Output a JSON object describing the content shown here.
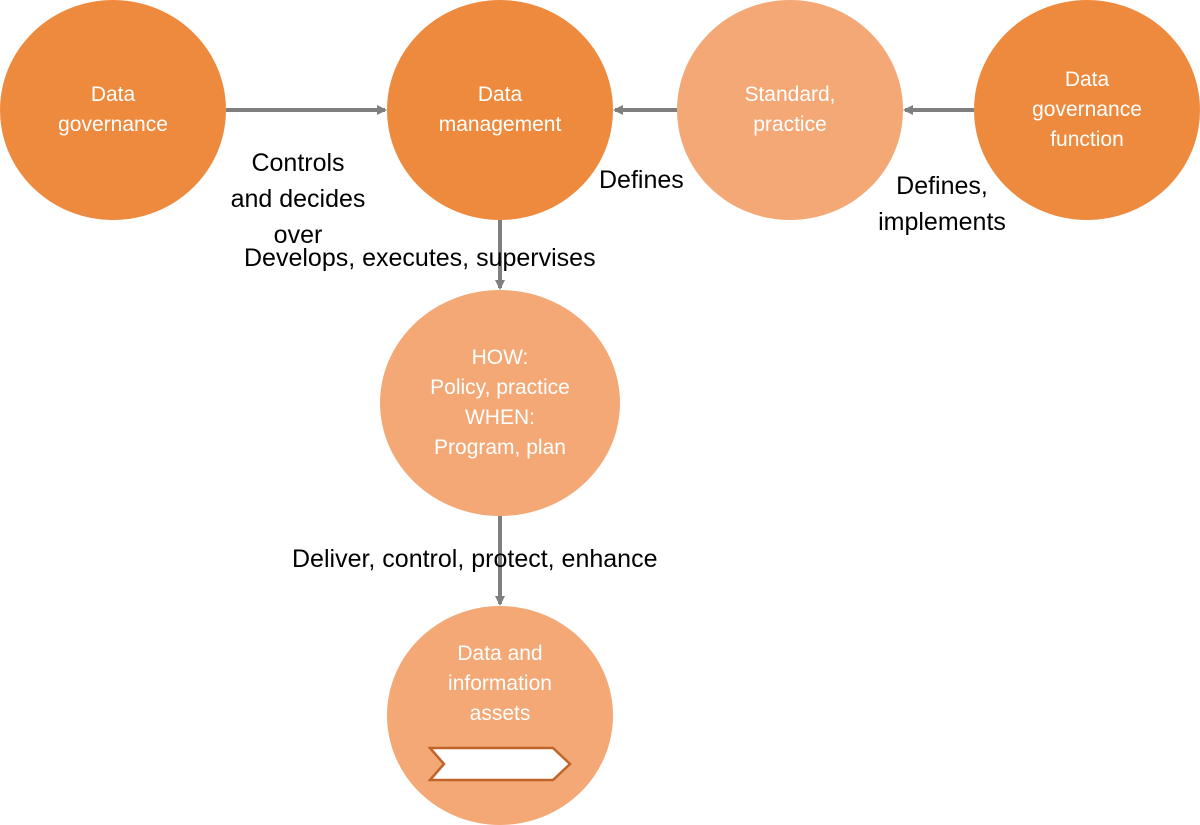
{
  "nodes": {
    "data_governance": {
      "lines": [
        "Data",
        "governance"
      ]
    },
    "data_management": {
      "lines": [
        "Data",
        "management"
      ]
    },
    "standard_practice": {
      "lines": [
        "Standard,",
        "practice"
      ]
    },
    "governance_function": {
      "lines": [
        "Data",
        "governance",
        "function"
      ]
    },
    "how_when": {
      "lines": [
        "HOW:",
        "Policy, practice",
        "WHEN:",
        "Program, plan"
      ]
    },
    "assets": {
      "lines": [
        "Data and",
        "information",
        "assets"
      ]
    }
  },
  "edges": {
    "controls": {
      "lines": [
        "Controls",
        "and decides",
        "over"
      ]
    },
    "defines": {
      "lines": [
        "Defines"
      ]
    },
    "defines_implements": {
      "lines": [
        "Defines,",
        "implements"
      ]
    },
    "develops": {
      "lines": [
        "Develops, executes, supervises"
      ]
    },
    "deliver": {
      "lines": [
        "Deliver, control, protect, enhance"
      ]
    }
  },
  "colors": {
    "dark_orange": "#ee8a3d",
    "light_orange": "#f3a875",
    "connector": "#7f7f7f",
    "tag_border": "#c0652a"
  }
}
